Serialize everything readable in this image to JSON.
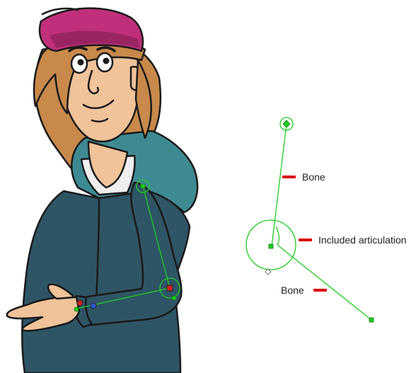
{
  "annotations": {
    "bone_upper": "Bone",
    "included_articulation": "Included articulation",
    "bone_lower": "Bone"
  },
  "colors": {
    "rig_green": "#22cc22",
    "callout_red": "#dd0000",
    "hoodie": "#2e5566",
    "hood": "#3e8a93",
    "skin": "#f0c39a",
    "hair": "#c8894a",
    "cap": "#c0307a",
    "outline": "#1a1a1a"
  },
  "icons": [
    "character-illustration",
    "bone-chain-diagram",
    "articulation-circle"
  ]
}
